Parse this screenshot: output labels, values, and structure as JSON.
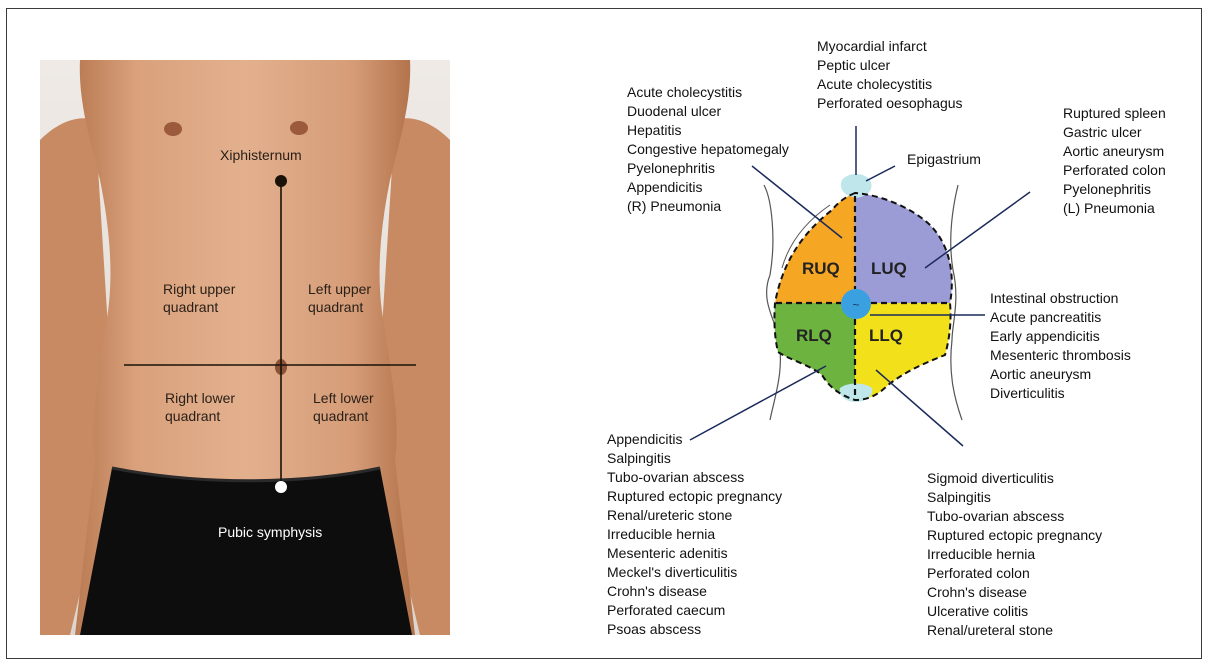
{
  "photo": {
    "xiphisternum": "Xiphisternum",
    "pubic_symphysis": "Pubic symphysis",
    "quadrants": {
      "right_upper": [
        "Right upper",
        "quadrant"
      ],
      "left_upper": [
        "Left upper",
        "quadrant"
      ],
      "right_lower": [
        "Right lower",
        "quadrant"
      ],
      "left_lower": [
        "Left lower",
        "quadrant"
      ]
    }
  },
  "diagram": {
    "quadrants": {
      "ruq": "RUQ",
      "luq": "LUQ",
      "rlq": "RLQ",
      "llq": "LLQ"
    },
    "epigastrium_label": "Epigastrium",
    "colors": {
      "ruq": "#f5a623",
      "luq": "#9b9bd6",
      "rlq": "#6db33f",
      "llq": "#f2e01a",
      "umbilical": "#3aa0e0",
      "epigastric": "#bfe6ea"
    },
    "lists": {
      "epigastric": [
        "Myocardial infarct",
        "Peptic ulcer",
        "Acute cholecystitis",
        "Perforated oesophagus"
      ],
      "ruq": [
        "Acute cholecystitis",
        "Duodenal ulcer",
        "Hepatitis",
        "Congestive hepatomegaly",
        "Pyelonephritis",
        "Appendicitis",
        "(R) Pneumonia"
      ],
      "luq": [
        "Ruptured spleen",
        "Gastric ulcer",
        "Aortic aneurysm",
        "Perforated colon",
        "Pyelonephritis",
        "(L) Pneumonia"
      ],
      "periumbilical": [
        "Intestinal obstruction",
        "Acute pancreatitis",
        "Early appendicitis",
        "Mesenteric thrombosis",
        "Aortic aneurysm",
        "Diverticulitis"
      ],
      "rlq": [
        "Appendicitis",
        "Salpingitis",
        "Tubo-ovarian abscess",
        "Ruptured ectopic pregnancy",
        "Renal/ureteric stone",
        "Irreducible hernia",
        "Mesenteric adenitis",
        "Meckel's diverticulitis",
        "Crohn's disease",
        "Perforated caecum",
        "Psoas abscess"
      ],
      "llq": [
        "Sigmoid diverticulitis",
        "Salpingitis",
        "Tubo-ovarian abscess",
        "Ruptured ectopic pregnancy",
        "Irreducible hernia",
        "Perforated colon",
        "Crohn's disease",
        "Ulcerative colitis",
        "Renal/ureteral stone"
      ]
    }
  }
}
